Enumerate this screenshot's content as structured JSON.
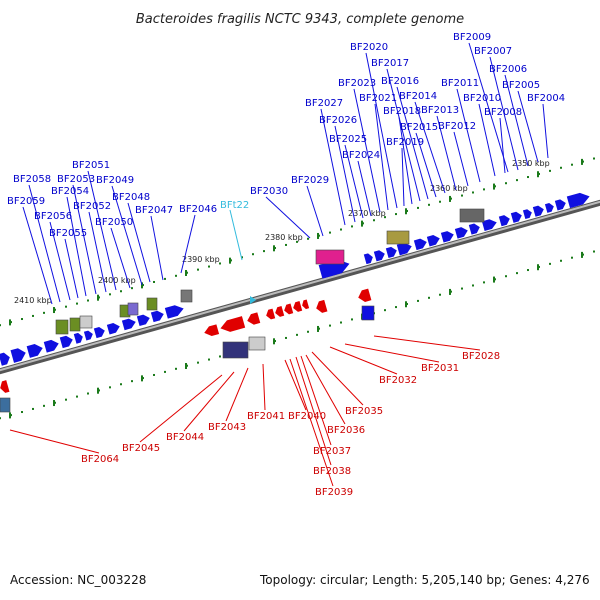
{
  "title": "Bacteroides fragilis NCTC 9343, complete genome",
  "footer": {
    "accession": "Accession: NC_003228",
    "summary": "Topology: circular; Length: 5,205,140 bp; Genes: 4,276"
  },
  "colors": {
    "forward": "#1010e0",
    "reverse": "#e00000",
    "label_forward": "#0000cc",
    "label_reverse": "#cc0000",
    "label_other": "#33bbdd",
    "backbone": "#888888",
    "tick": "#1a7a1a"
  },
  "kbp_labels": [
    "2350 kbp",
    "2360 kbp",
    "2370 kbp",
    "2380 kbp",
    "2390 kbp",
    "2400 kbp",
    "2410 kbp"
  ],
  "genes_forward": [
    "BF2004",
    "BF2005",
    "BF2006",
    "BF2007",
    "BF2008",
    "BF2009",
    "BF2010",
    "BF2011",
    "BF2012",
    "BF2013",
    "BF2014",
    "BF2015",
    "BF2016",
    "BF2017",
    "BF2018",
    "BF2019",
    "BF2020",
    "BF2021",
    "BF2023",
    "BF2024",
    "BF2025",
    "BF2026",
    "BF2027",
    "BF2029",
    "BF2030",
    "BF2046",
    "BF2047",
    "BF2048",
    "BF2049",
    "BF2050",
    "BF2051",
    "BF2052",
    "BF2053",
    "BF2054",
    "BF2055",
    "BF2056",
    "BF2058",
    "BF2059"
  ],
  "genes_other": [
    "BFt22"
  ],
  "genes_reverse": [
    "BF2028",
    "BF2031",
    "BF2032",
    "BF2035",
    "BF2036",
    "BF2037",
    "BF2038",
    "BF2039",
    "BF2040",
    "BF2041",
    "BF2043",
    "BF2044",
    "BF2045",
    "BF2064"
  ]
}
